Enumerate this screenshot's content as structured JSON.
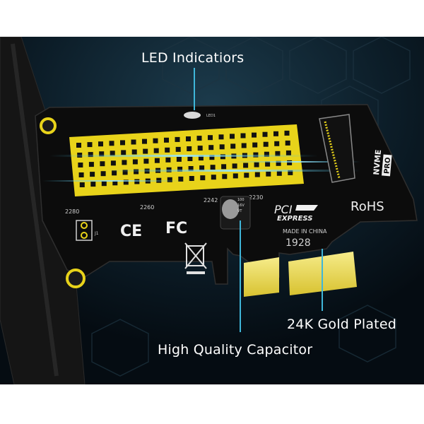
{
  "callouts": {
    "led": "LED Indicatiors",
    "gold": "24K Gold Plated",
    "capacitor": "High Quality Capacitor"
  },
  "board": {
    "size_labels": [
      "2280",
      "2260",
      "2242",
      "2230"
    ],
    "led_label": "LED1",
    "nvme_label": "NVME",
    "pro_label": "PRO",
    "pci_label": "PCI",
    "express_label": "EXPRESS",
    "rohs_label": "RoHS",
    "made_in": "MADE IN CHINA",
    "batch": "1928",
    "ce_mark": "CE",
    "fc_mark": "FC",
    "cap_text": [
      "100",
      "16V",
      "VT"
    ],
    "jumper_label": "J1"
  },
  "colors": {
    "background": "#0a1a24",
    "pcb": "#0c0c0c",
    "heatsink": "#e8d31a",
    "gold": "#f2e26a",
    "accent": "#3fb6d9"
  }
}
